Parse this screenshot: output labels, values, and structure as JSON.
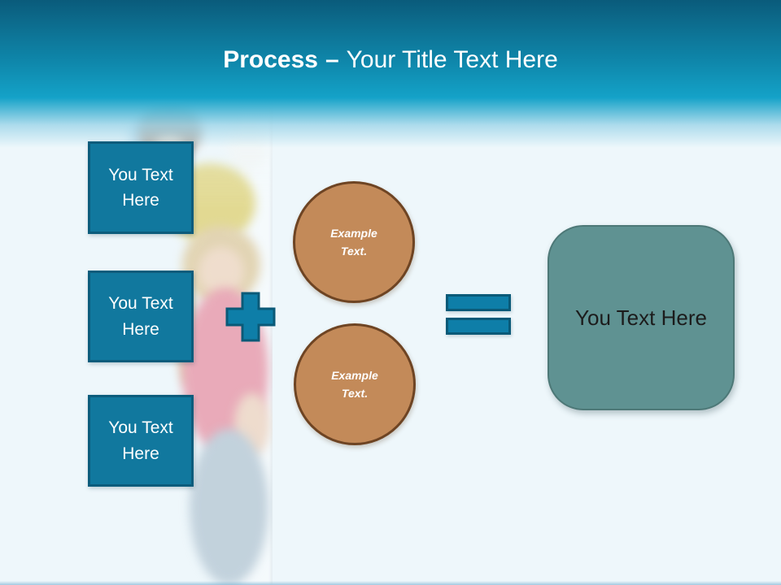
{
  "slide_title": {
    "bold": "Process",
    "dash": "–",
    "rest": "Your Title Text Here",
    "text_color": "#ffffff"
  },
  "header": {
    "gradient_top": "#0a5b7b",
    "gradient_mid": "#0f88ac",
    "gradient_bottom": "#14a2c8"
  },
  "background_color": "#eef7fb",
  "photo": {
    "description": "faded photo of a woman and a smiling girl standing beside a tall white board"
  },
  "left_boxes": [
    {
      "label": "You Text Here"
    },
    {
      "label": "You Text Here"
    },
    {
      "label": "You Text Here"
    }
  ],
  "left_box_style": {
    "fill": "#11789e",
    "border": "#0c5c7c",
    "text_color": "#ffffff"
  },
  "operators": {
    "plus_icon": "plus-icon",
    "equals_icon": "equals-icon",
    "fill": "#0e7ea8",
    "border": "#0a5a78"
  },
  "circles": [
    {
      "label": "Example Text."
    },
    {
      "label": "Example Text."
    }
  ],
  "circle_style": {
    "fill": "#c38a59",
    "border": "#6e4423",
    "text_color": "#ffffff"
  },
  "result_box": {
    "label": "You Text Here",
    "fill": "#5f9292",
    "border": "#4d7877",
    "text_color": "#1c1c1c"
  }
}
